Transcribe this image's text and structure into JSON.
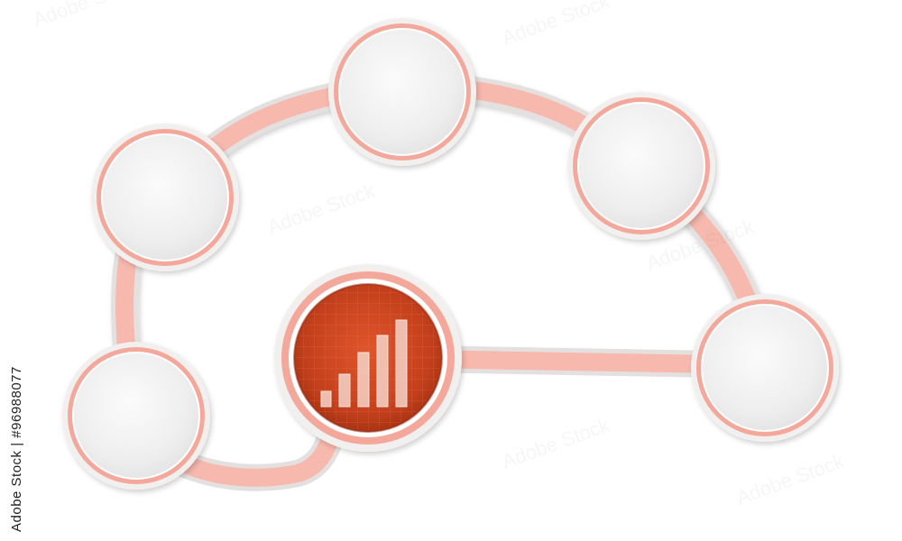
{
  "diagram": {
    "nodes": [
      {
        "id": "node-1",
        "label": ""
      },
      {
        "id": "node-2",
        "label": ""
      },
      {
        "id": "node-3",
        "label": ""
      },
      {
        "id": "node-4",
        "label": ""
      },
      {
        "id": "node-5",
        "label": ""
      },
      {
        "id": "center",
        "label": "",
        "icon": "bar-chart-icon"
      }
    ],
    "colors": {
      "connector": "#f7b8ad",
      "connector_edge": "#e9dcd9",
      "node_fill": "#f1f1f1",
      "node_ring": "#f4a89b",
      "center_fill": "#c8401c",
      "center_ring": "#f4a89b"
    }
  },
  "stock_id": "Adobe Stock | #96988077",
  "watermark": "Adobe Stock"
}
